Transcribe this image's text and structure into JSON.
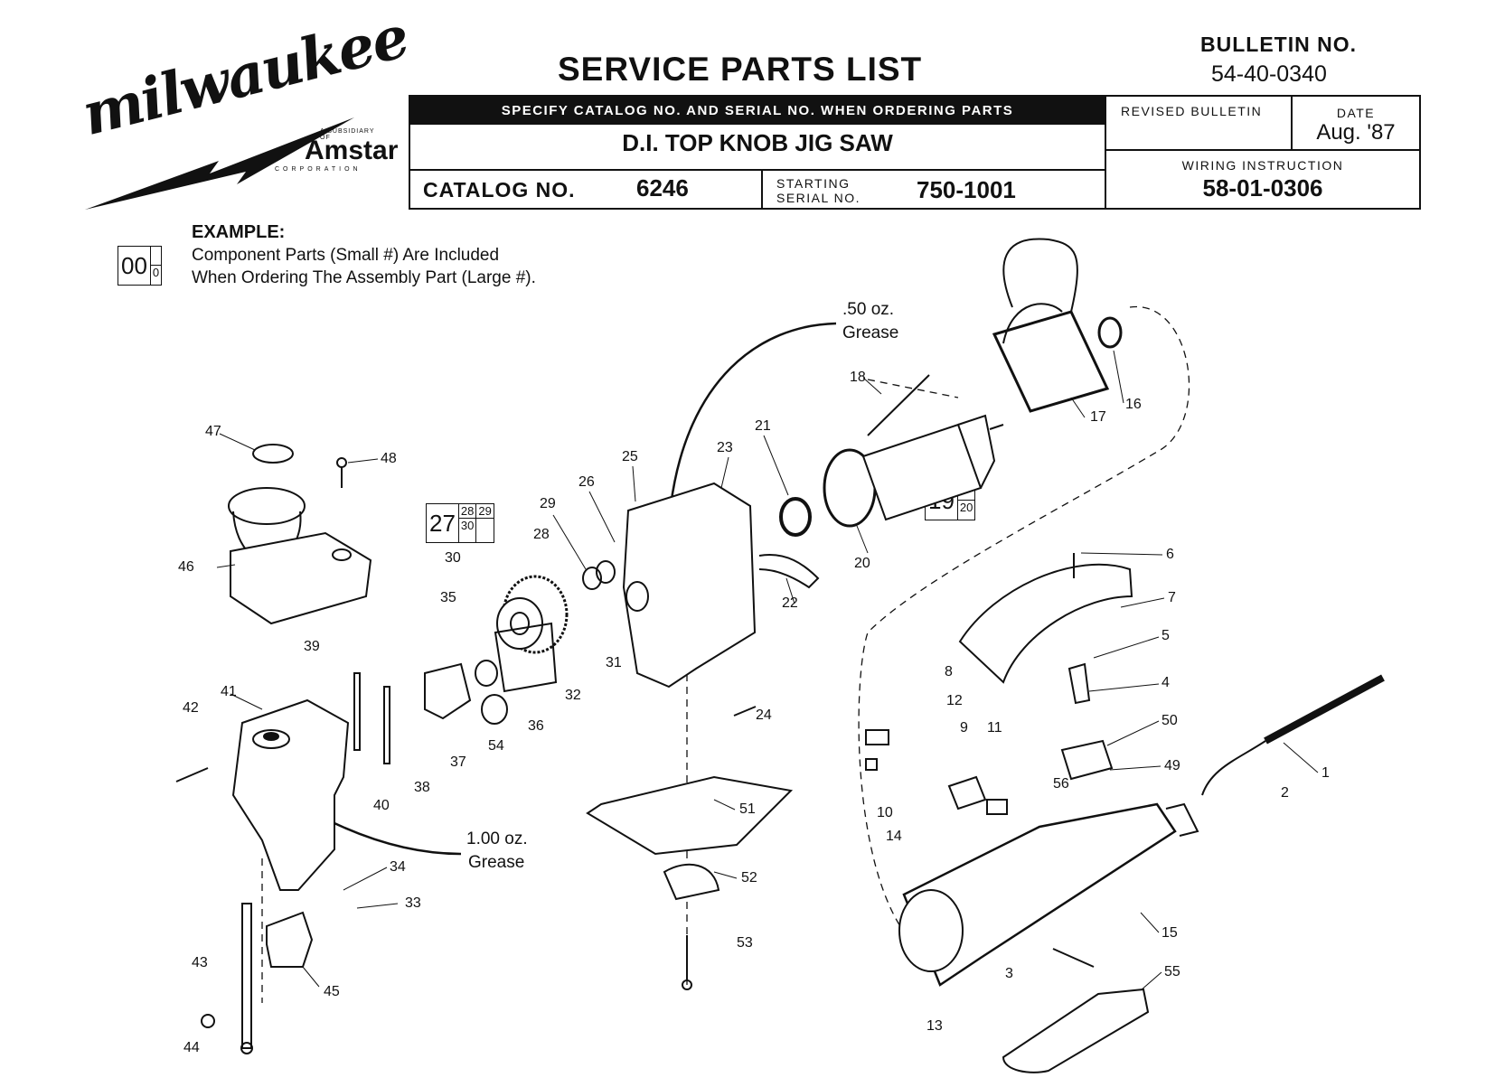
{
  "brand": {
    "logo_text": "milwaukee",
    "subsidiary_line": "A SUBSIDIARY OF",
    "parent_name": "Amstar",
    "parent_line2": "CORPORATION"
  },
  "header": {
    "title": "SERVICE PARTS LIST",
    "bulletin_label": "BULLETIN NO.",
    "bulletin_no": "54-40-0340",
    "specify_line": "SPECIFY CATALOG NO. AND SERIAL NO. WHEN ORDERING PARTS",
    "revised_bulletin_label": "REVISED BULLETIN",
    "date_label": "DATE",
    "date_value": "Aug. '87",
    "product_name": "D.I. TOP KNOB JIG SAW",
    "wiring_label": "WIRING INSTRUCTION",
    "wiring_no": "58-01-0306",
    "catalog_label": "CATALOG NO.",
    "catalog_no": "6246",
    "starting_label_1": "STARTING",
    "starting_label_2": "SERIAL NO.",
    "serial_no": "750-1001"
  },
  "example": {
    "heading": "EXAMPLE:",
    "big_num": "00",
    "small_num": "0",
    "line1": "Component Parts (Small #) Are Included",
    "line2": "When Ordering The Assembly Part (Large #)."
  },
  "grease_callouts": {
    "top_amount": ".50 oz.",
    "top_label": "Grease",
    "bottom_amount": "1.00 oz.",
    "bottom_label": "Grease"
  },
  "assemblies": {
    "a27": {
      "big": "27",
      "s1": "28",
      "s2": "29",
      "s3": "30"
    },
    "a19": {
      "big": "19",
      "s1": "20"
    }
  },
  "part_numbers": [
    "1",
    "2",
    "3",
    "4",
    "5",
    "6",
    "7",
    "8",
    "9",
    "10",
    "11",
    "12",
    "13",
    "14",
    "15",
    "16",
    "17",
    "18",
    "20",
    "21",
    "22",
    "23",
    "24",
    "25",
    "26",
    "28",
    "29",
    "30",
    "31",
    "32",
    "33",
    "34",
    "35",
    "36",
    "37",
    "38",
    "39",
    "40",
    "41",
    "42",
    "43",
    "44",
    "45",
    "46",
    "47",
    "48",
    "49",
    "50",
    "51",
    "52",
    "53",
    "54",
    "55",
    "56"
  ]
}
